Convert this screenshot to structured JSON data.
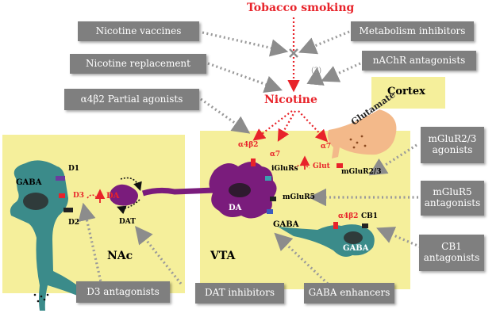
{
  "title": "Tobacco smoking",
  "center_label": "Nicotine",
  "uncertain_mark": "(?)",
  "regions": {
    "nac": "NAc",
    "vta": "VTA",
    "cortex": "Cortex"
  },
  "interventions": {
    "nicotine_vaccines": "Nicotine vaccines",
    "metabolism_inhibitors": "Metabolism inhibitors",
    "nicotine_replacement": "Nicotine replacement",
    "nachr_antagonists": "nAChR antagonists",
    "partial_agonists": "α4β2 Partial agonists",
    "mglur23_agonists": "mGluR2/3 agonists",
    "mglur5_antagonists": "mGluR5 antagonists",
    "cb1_antagonists": "CB1 antagonists",
    "d3_antagonists": "D3 antagonists",
    "dat_inhibitors": "DAT inhibitors",
    "gaba_enhancers": "GABA enhancers"
  },
  "cells": {
    "gaba_nac": "GABA",
    "da": "DA",
    "gaba_vta_left": "GABA",
    "gaba_vta_right": "GABA",
    "glutamate": "Glutamate"
  },
  "receptors": {
    "d1": "D1",
    "d2": "D2",
    "d3": "D3",
    "dat": "DAT",
    "da_release": "DA",
    "a4b2_top": "α4β2",
    "a4b2_gaba": "α4β2",
    "a7_left": "α7",
    "a7_right": "α7",
    "iglurs": "iGluRs",
    "mglur5": "mGluR5",
    "mglur23": "mGluR2/3",
    "cb1": "CB1",
    "glut": "Glut"
  },
  "colors": {
    "box_grey": "#7f7f7f",
    "region_yellow": "#f5ef9b",
    "teal_cell": "#3b8b8a",
    "da_cell": "#7a1c7c",
    "glutamate_cell": "#f3b98a",
    "accent_red": "#e8232a"
  }
}
